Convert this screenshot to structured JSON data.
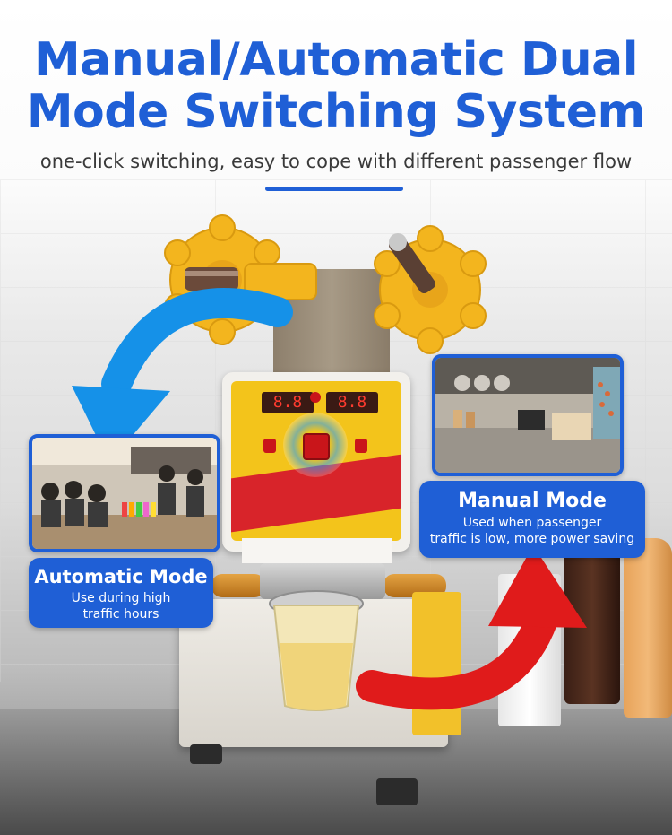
{
  "header": {
    "title_line1": "Manual/Automatic Dual",
    "title_line2": "Mode Switching System",
    "subtitle": "one-click switching, easy to cope with different passenger flow"
  },
  "machine": {
    "display_left": "8.8",
    "display_right": "8.8"
  },
  "automatic_mode": {
    "title": "Automatic Mode",
    "description_line1": "Use during high",
    "description_line2": "traffic hours"
  },
  "manual_mode": {
    "title": "Manual Mode",
    "description_line1": "Used when passenger",
    "description_line2": "traffic is low, more power saving"
  },
  "colors": {
    "brand_blue": "#1f5fd6",
    "arrow_blue": "#1591e8",
    "arrow_red": "#e01b1b",
    "machine_yellow": "#f3c41b",
    "machine_red": "#d8242a"
  }
}
